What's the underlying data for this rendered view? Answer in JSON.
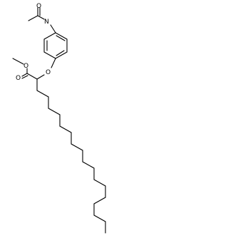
{
  "molecule": {
    "atoms": {
      "acyl_oxygen": "O",
      "amide_nitrogen": "N",
      "ester_carbonyl_oxygen": "O",
      "ester_alkoxy_oxygen": "O",
      "ether_oxygen": "O"
    }
  }
}
